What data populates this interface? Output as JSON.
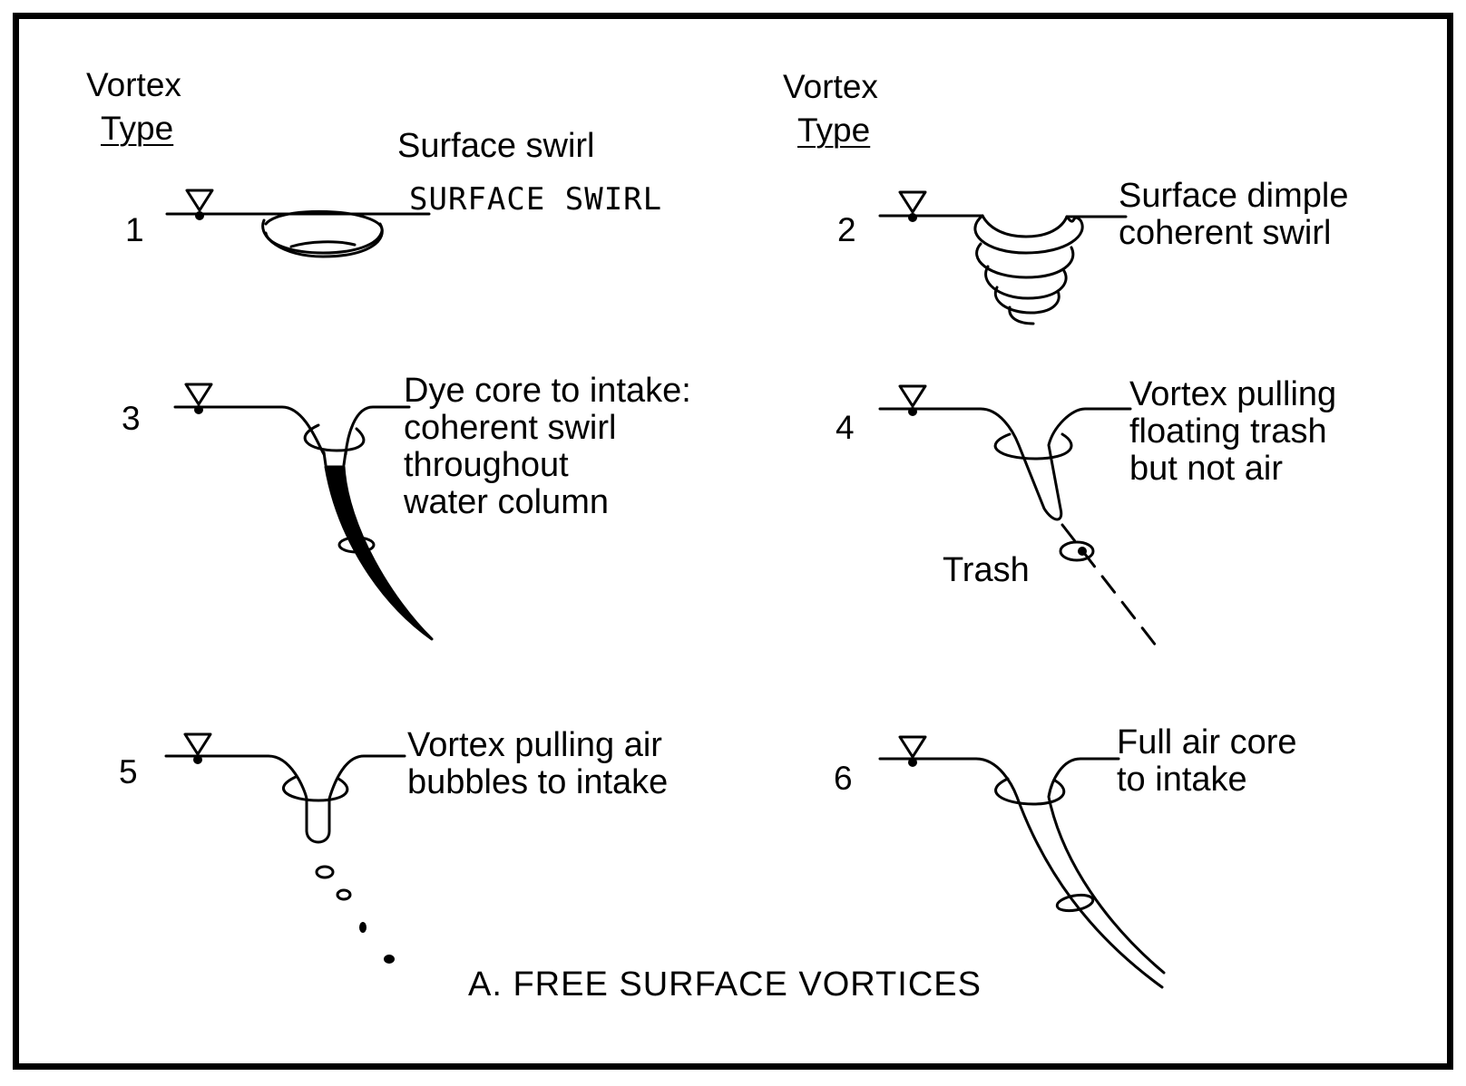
{
  "figure": {
    "caption": "A.  FREE SURFACE VORTICES",
    "columns": [
      {
        "header_line1": "Vortex",
        "header_line2": "Type"
      },
      {
        "header_line1": "Vortex",
        "header_line2": "Type"
      }
    ],
    "panels": [
      {
        "number": "1",
        "caption_lines": [
          "Surface swirl"
        ],
        "handwritten_note": "SURFACE SWIRL"
      },
      {
        "number": "2",
        "caption_lines": [
          "Surface dimple",
          "coherent swirl"
        ]
      },
      {
        "number": "3",
        "caption_lines": [
          "Dye core to intake:",
          "coherent swirl",
          "throughout",
          "water column"
        ]
      },
      {
        "number": "4",
        "caption_lines": [
          "Vortex pulling",
          "floating trash",
          "but not air"
        ],
        "extra_label": "Trash"
      },
      {
        "number": "5",
        "caption_lines": [
          "Vortex pulling air",
          "bubbles to intake"
        ]
      },
      {
        "number": "6",
        "caption_lines": [
          "Full air core",
          "to intake"
        ]
      }
    ]
  }
}
